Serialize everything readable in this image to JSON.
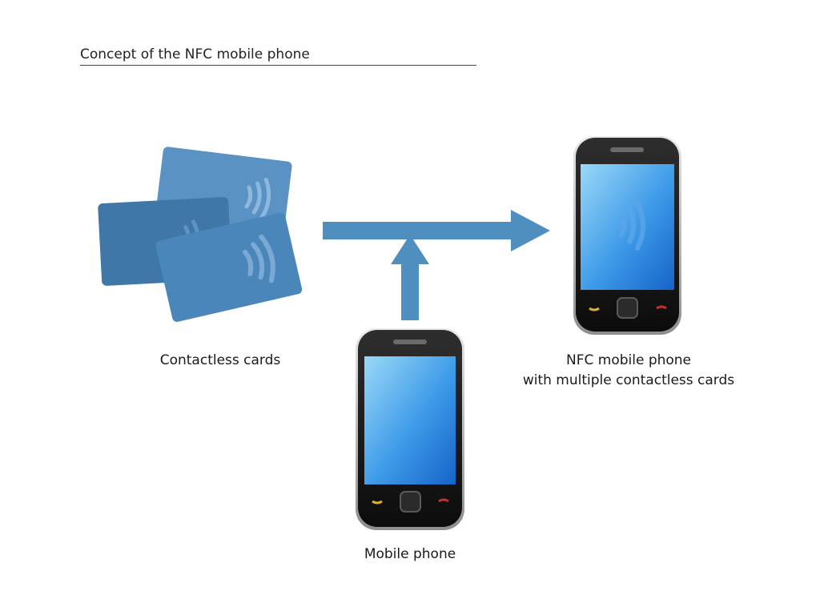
{
  "title": "Concept of the NFC mobile phone",
  "labels": {
    "cards": "Contactless cards",
    "mobile": "Mobile phone",
    "nfc_line1": "NFC mobile phone",
    "nfc_line2": "with multiple contactless cards"
  },
  "colors": {
    "arrow": "#4f8fc0",
    "card_back": "#5b92c4",
    "card_mid": "#3f78a8",
    "card_front": "#4a86ba",
    "phone_body": "#1a1a1a",
    "screen_top": "#8fd2f7",
    "screen_bottom": "#1a6fd0"
  },
  "icons": [
    "contactless-icon",
    "call-icon",
    "end-call-icon",
    "nav-button-icon"
  ]
}
